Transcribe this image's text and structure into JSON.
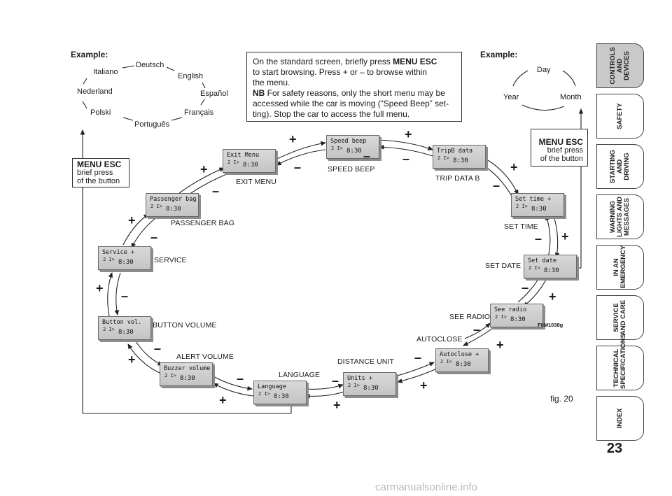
{
  "example_left": {
    "heading": "Example:",
    "languages": [
      "Deutsch",
      "English",
      "Español",
      "Français",
      "Português",
      "Polski",
      "Nederland",
      "Italiano"
    ]
  },
  "example_right": {
    "heading": "Example:",
    "units": [
      "Day",
      "Month",
      "Year"
    ]
  },
  "info_box": {
    "line1_a": "On the standard screen, briefly press ",
    "line1_b": "MENU ESC",
    "line2": "to start browsing. Press + or – to browse within",
    "line3": "the menu.",
    "line4_a": "NB",
    "line4_b": " For safety reasons, only the short menu may be",
    "line5": "accessed while the car is moving (“Speed Beep” set-",
    "line6": "ting). Stop the car to access the full menu."
  },
  "menu_esc_left": {
    "title": "MENU ESC",
    "line1": "brief press",
    "line2": "of the button"
  },
  "menu_esc_right": {
    "title": "MENU ESC",
    "line1": "brief press",
    "line2": "of the button"
  },
  "screens": [
    {
      "lcd": "Speed beep",
      "label": "SPEED BEEP"
    },
    {
      "lcd": "TripB data",
      "label": "TRIP DATA B"
    },
    {
      "lcd": "Set time  +",
      "label": "SET TIME"
    },
    {
      "lcd": "Set date",
      "label": "SET DATE"
    },
    {
      "lcd": "See radio",
      "label": "SEE RADIO"
    },
    {
      "lcd": "Autoclose +",
      "label": "AUTOCLOSE"
    },
    {
      "lcd": "Units    +",
      "label": "DISTANCE UNIT"
    },
    {
      "lcd": "Language",
      "label": "LANGUAGE"
    },
    {
      "lcd": "Buzzer volume",
      "label": "ALERT VOLUME"
    },
    {
      "lcd": "Button vol.",
      "label": "BUTTON VOLUME"
    },
    {
      "lcd": "Service  +",
      "label": "SERVICE"
    },
    {
      "lcd": "Passenger bag",
      "label": "PASSENGER BAG"
    },
    {
      "lcd": "Exit Menu",
      "label": "EXIT MENU"
    }
  ],
  "lcd_clock": "8:30",
  "lcd_small": "2 I>",
  "plus": "+",
  "minus": "–",
  "figure_code": "F0M1038g",
  "fig_caption": "fig. 20",
  "page_number": "23",
  "tabs": [
    {
      "label": "CONTROLS\nAND DEVICES",
      "active": true
    },
    {
      "label": "SAFETY",
      "active": false
    },
    {
      "label": "STARTING\nAND DRIVING",
      "active": false
    },
    {
      "label": "WARNING\nLIGHTS AND\nMESSAGES",
      "active": false
    },
    {
      "label": "IN AN\nEMERGENCY",
      "active": false
    },
    {
      "label": "SERVICE\nAND CARE",
      "active": false
    },
    {
      "label": "TECHNICAL\nSPECIFICATIONS",
      "active": false
    },
    {
      "label": "INDEX",
      "active": false
    }
  ],
  "watermark": "carmanualsonline.info"
}
